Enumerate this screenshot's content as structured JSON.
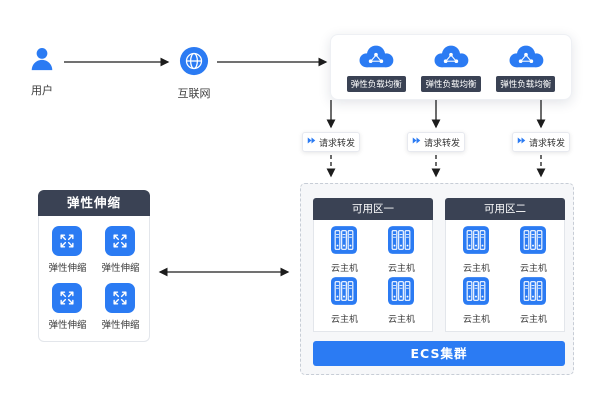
{
  "colors": {
    "accent": "#2b7bf3",
    "dark": "#3a4254"
  },
  "user": {
    "label": "用户"
  },
  "internet": {
    "label": "互联网"
  },
  "elb": {
    "nodes": [
      {
        "label": "弹性负载均衡"
      },
      {
        "label": "弹性负载均衡"
      },
      {
        "label": "弹性负载均衡"
      }
    ]
  },
  "forwarding": {
    "chips": [
      {
        "label": "请求转发"
      },
      {
        "label": "请求转发"
      },
      {
        "label": "请求转发"
      }
    ]
  },
  "autoscaling": {
    "title": "弹性伸缩",
    "items": [
      {
        "label": "弹性伸缩"
      },
      {
        "label": "弹性伸缩"
      },
      {
        "label": "弹性伸缩"
      },
      {
        "label": "弹性伸缩"
      }
    ]
  },
  "ecs": {
    "cluster_label": "ECS集群",
    "zones": [
      {
        "title": "可用区一",
        "hosts": [
          {
            "label": "云主机"
          },
          {
            "label": "云主机"
          },
          {
            "label": "云主机"
          },
          {
            "label": "云主机"
          }
        ]
      },
      {
        "title": "可用区二",
        "hosts": [
          {
            "label": "云主机"
          },
          {
            "label": "云主机"
          },
          {
            "label": "云主机"
          },
          {
            "label": "云主机"
          }
        ]
      }
    ]
  }
}
